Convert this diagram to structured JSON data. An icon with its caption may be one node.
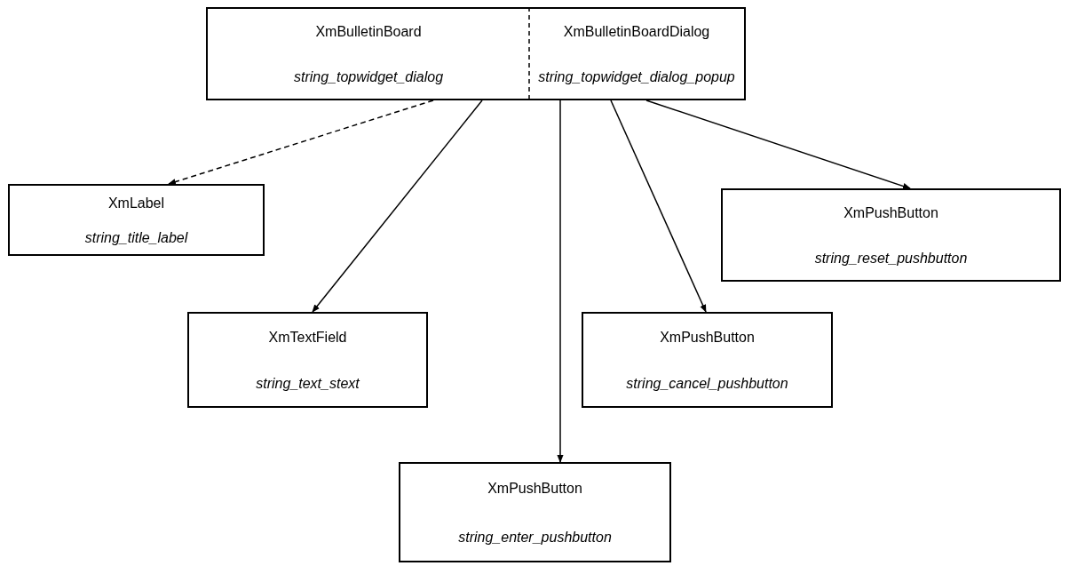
{
  "diagram": {
    "nodes": [
      {
        "text": [],
        "shape": "box"
      },
      {
        "text": [
          "XmBulletinBoard",
          "string_topwidget_dialog"
        ],
        "in": 0
      },
      {
        "text": [
          "XmBulletinBoardDialog",
          "string_topwidget_dialog_popup"
        ],
        "in": 0
      },
      {
        "text": [
          "XmLabel",
          "string_title_label"
        ]
      },
      {
        "text": [
          "XmTextField",
          "string_text_stext"
        ]
      },
      {
        "text": [
          "XmPushButton",
          "string_enter_pushbutton"
        ]
      },
      {
        "text": [
          "XmPushButton",
          "string_cancel_pushbutton"
        ]
      },
      {
        "text": [
          "XmPushButton",
          "string_reset_pushbutton"
        ]
      }
    ],
    "edges": [
      {
        "from": 1,
        "to": 3,
        "arrow": "to",
        "style": "dashed"
      },
      {
        "from": 1,
        "to": 4,
        "arrow": "to"
      },
      {
        "from": 2,
        "to": 5,
        "arrow": "to"
      },
      {
        "from": 2,
        "to": 6,
        "arrow": "to"
      },
      {
        "from": 2,
        "to": 7,
        "arrow": "to"
      }
    ]
  }
}
